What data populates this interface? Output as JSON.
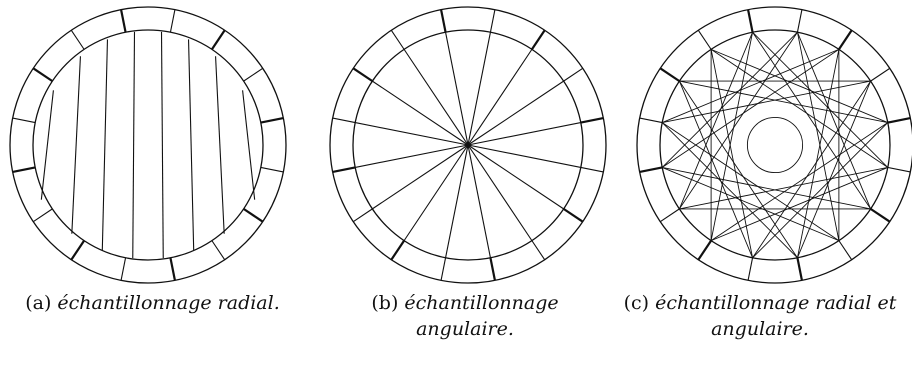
{
  "figures": [
    {
      "id": "a",
      "mode": "radial",
      "caption_label": "(a)",
      "caption_text": "échantillonnage radial.",
      "caption_line2": ""
    },
    {
      "id": "b",
      "mode": "angular",
      "caption_label": "(b)",
      "caption_text": "échantillonnage",
      "caption_line2": "angulaire."
    },
    {
      "id": "c",
      "mode": "both",
      "caption_label": "(c)",
      "caption_text": "échantillonnage radial et",
      "caption_line2": "angulaire."
    }
  ],
  "detectors": {
    "ring_segments": 16,
    "radial_lines": 8,
    "angular_spokes": 16,
    "star_step": 5
  },
  "colors": {
    "stroke": "#111111",
    "background": "#ffffff"
  }
}
